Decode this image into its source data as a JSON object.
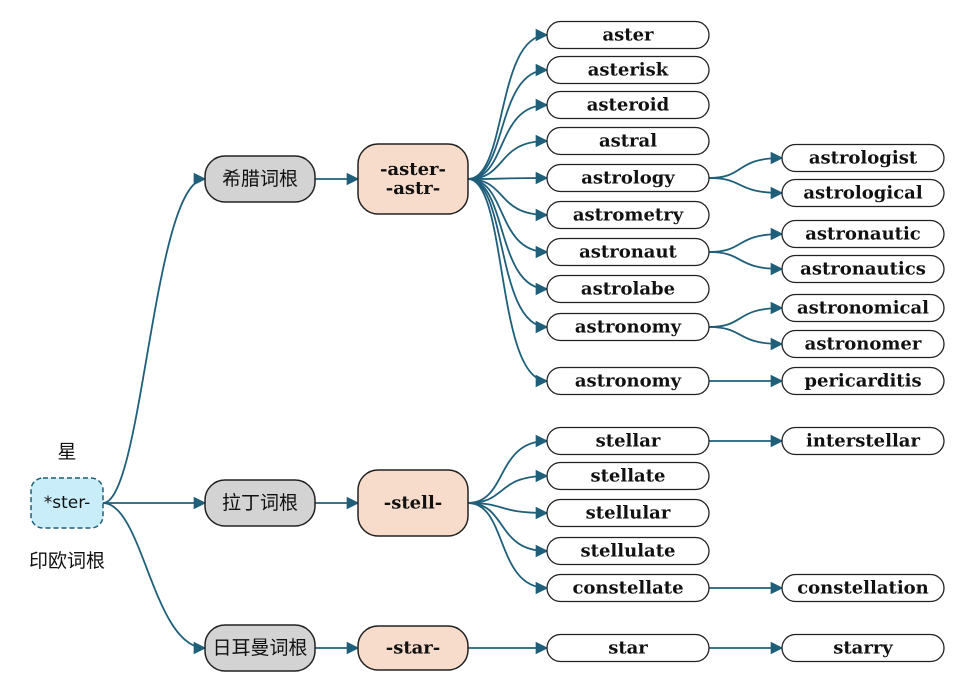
{
  "root": {
    "label": "*ster-",
    "meaning": "星",
    "type_label": "印欧词根"
  },
  "branches": [
    {
      "label": "希腊词根",
      "stem_lines": [
        "-aster-",
        "-astr-"
      ],
      "words": [
        {
          "word": "aster",
          "derived": []
        },
        {
          "word": "asterisk",
          "derived": []
        },
        {
          "word": "asteroid",
          "derived": []
        },
        {
          "word": "astral",
          "derived": []
        },
        {
          "word": "astrology",
          "derived": [
            "astrologist",
            "astrological"
          ]
        },
        {
          "word": "astrometry",
          "derived": []
        },
        {
          "word": "astronaut",
          "derived": [
            "astronautic",
            "astronautics"
          ]
        },
        {
          "word": "astrolabe",
          "derived": []
        },
        {
          "word": "astronomy",
          "derived": [
            "astronomical",
            "astronomer"
          ]
        },
        {
          "word": "astronomy",
          "derived": [
            "pericarditis"
          ]
        }
      ]
    },
    {
      "label": "拉丁词根",
      "stem_lines": [
        "-stell-"
      ],
      "words": [
        {
          "word": "stellar",
          "derived": [
            "interstellar"
          ]
        },
        {
          "word": "stellate",
          "derived": []
        },
        {
          "word": "stellular",
          "derived": []
        },
        {
          "word": "stellulate",
          "derived": []
        },
        {
          "word": "constellate",
          "derived": [
            "constellation"
          ]
        }
      ]
    },
    {
      "label": "日耳曼词根",
      "stem_lines": [
        "-star-"
      ],
      "words": [
        {
          "word": "star",
          "derived": [
            "starry"
          ]
        }
      ]
    }
  ],
  "colors": {
    "edge": "#1f5f7a",
    "root_fill": "#c9eefa",
    "branch_fill": "#d3d3d3",
    "stem_fill": "#f8dccb",
    "word_fill": "#ffffff"
  }
}
